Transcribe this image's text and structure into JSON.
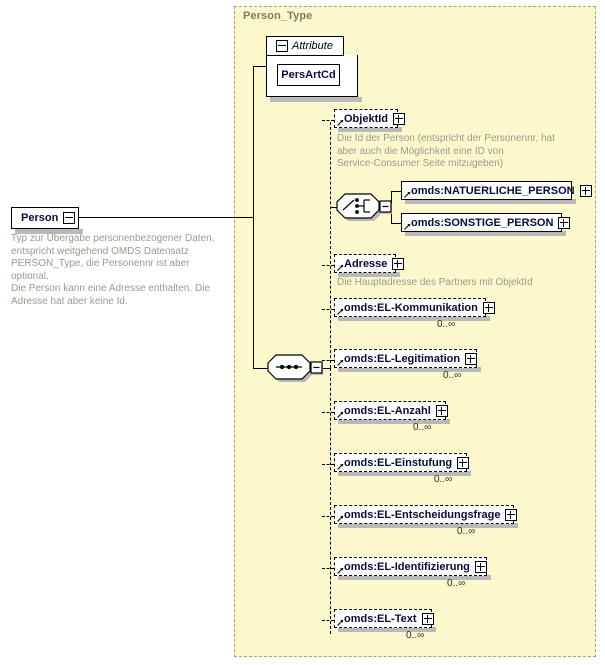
{
  "diagram": {
    "kind": "xsd-schema-diagram",
    "root": {
      "name": "Person",
      "control": "collapse-minus",
      "description": "Typ zur Übergabe personenbezogener Daten,\nentspricht weitgehend OMDS Datensatz\nPERSON_Type, die Personennr ist aber optional.\nDie Person kann eine Adresse enthalten. Die\nAdresse hat aber keine Id."
    },
    "type_container": {
      "label": "Person_Type"
    },
    "attributes_group": {
      "label": "Attribute",
      "control": "collapse-minus",
      "items": [
        {
          "name": "PersArtCd"
        }
      ]
    },
    "compositors": {
      "sequence": {
        "symbol": "sequence",
        "control": "collapse-minus"
      },
      "choice": {
        "symbol": "choice",
        "control": "collapse-minus"
      }
    },
    "nodes": [
      {
        "id": "objektid",
        "label": "ObjektId",
        "optional": true,
        "control": "expand-plus",
        "annotation": "Die Id der Person (entspricht der Personennr, hat\naber auch die Möglichkeit eine ID von\nService-Consumer Seite mitzugeben)",
        "multiplicity": ""
      },
      {
        "id": "natuerliche-person",
        "label": "omds:NATUERLICHE_PERSON",
        "optional": false,
        "control": "expand-plus",
        "annotation": "",
        "multiplicity": ""
      },
      {
        "id": "sonstige-person",
        "label": "omds:SONSTIGE_PERSON",
        "optional": false,
        "control": "expand-plus",
        "annotation": "",
        "multiplicity": ""
      },
      {
        "id": "adresse",
        "label": "Adresse",
        "optional": true,
        "control": "expand-plus",
        "annotation": "Die Hauptadresse des Partners mit ObjektId",
        "multiplicity": ""
      },
      {
        "id": "el-kommunikation",
        "label": "omds:EL-Kommunikation",
        "optional": true,
        "control": "expand-plus",
        "annotation": "",
        "multiplicity": "0..∞"
      },
      {
        "id": "el-legitimation",
        "label": "omds:EL-Legitimation",
        "optional": true,
        "control": "expand-plus",
        "annotation": "",
        "multiplicity": "0..∞"
      },
      {
        "id": "el-anzahl",
        "label": "omds:EL-Anzahl",
        "optional": true,
        "control": "expand-plus",
        "annotation": "",
        "multiplicity": "0..∞"
      },
      {
        "id": "el-einstufung",
        "label": "omds:EL-Einstufung",
        "optional": true,
        "control": "expand-plus",
        "annotation": "",
        "multiplicity": "0..∞"
      },
      {
        "id": "el-entscheidungsfrage",
        "label": "omds:EL-Entscheidungsfrage",
        "optional": true,
        "control": "expand-plus",
        "annotation": "",
        "multiplicity": "0..∞"
      },
      {
        "id": "el-identifizierung",
        "label": "omds:EL-Identifizierung",
        "optional": true,
        "control": "expand-plus",
        "annotation": "",
        "multiplicity": "0..∞"
      },
      {
        "id": "el-text",
        "label": "omds:EL-Text",
        "optional": true,
        "control": "expand-plus",
        "annotation": "",
        "multiplicity": "0..∞"
      }
    ],
    "colors": {
      "container_fill": "#fbf9cc",
      "container_border": "#a8a270",
      "node_text": "#0a0a3c",
      "annotation_text": "#9a9a8e",
      "type_label": "#7e7b62",
      "shadow": "#b9b9b9"
    }
  }
}
